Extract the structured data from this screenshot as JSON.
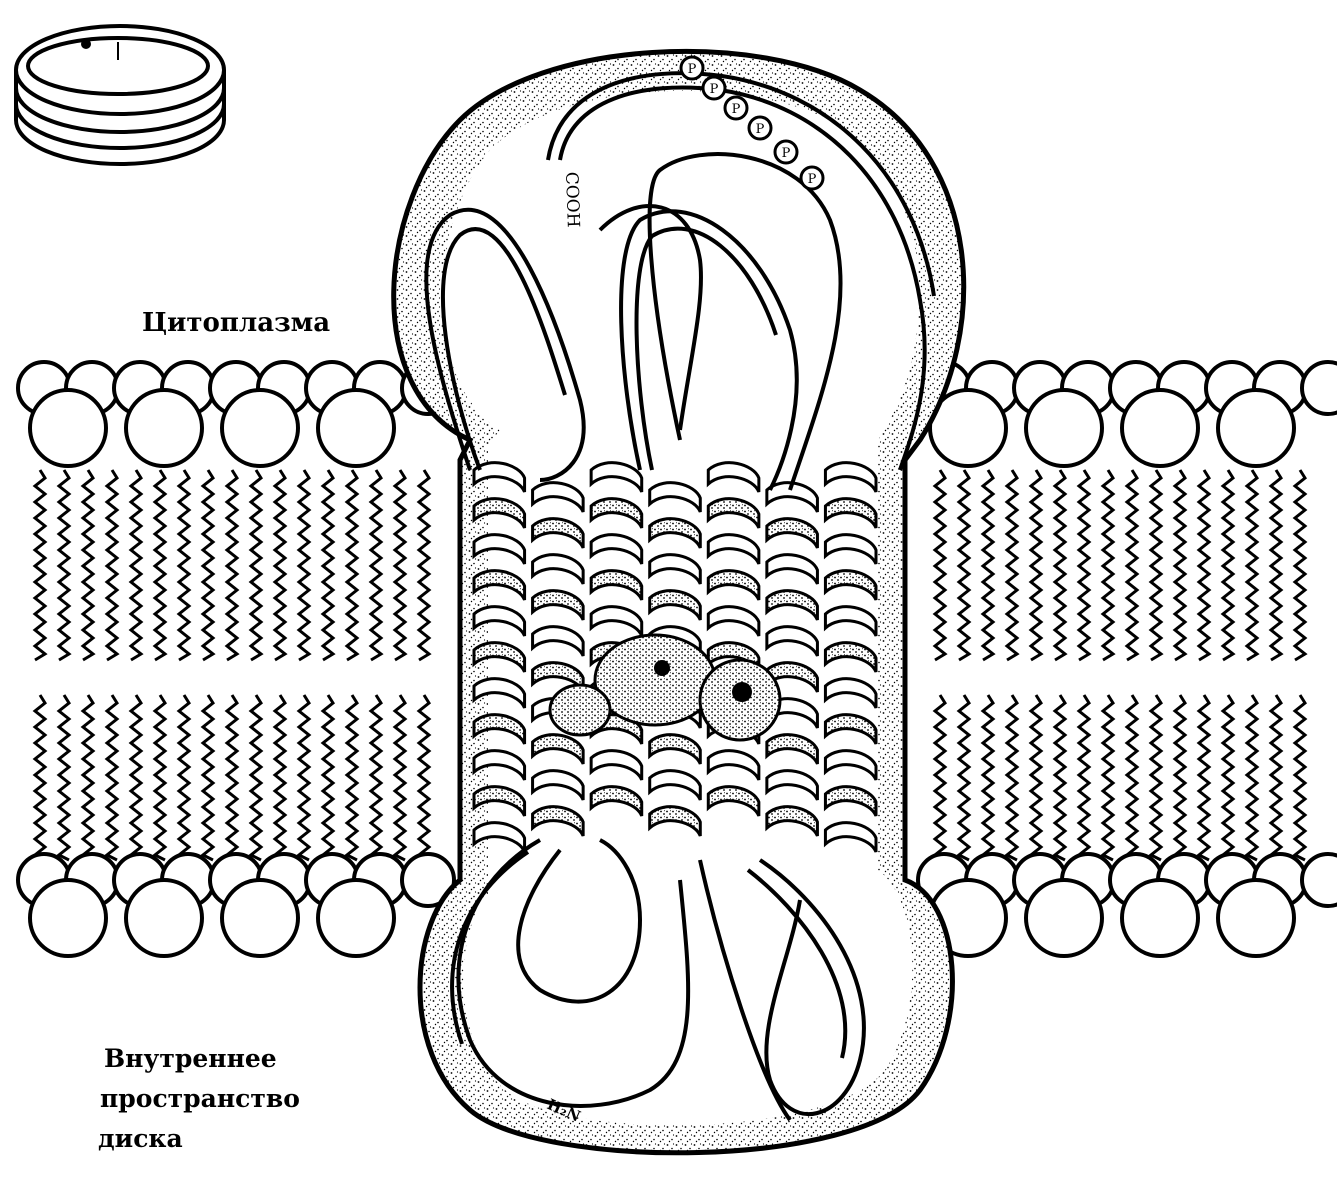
{
  "labels": {
    "cytoplasm": "Цитоплазма",
    "disk_interior_line1": "Внутреннее",
    "disk_interior_line2": "пространство",
    "disk_interior_line3": "диска",
    "carboxyl_terminus": "COOH",
    "amino_terminus": "H₂N",
    "phosphate": "P"
  },
  "phosphate_count": 6,
  "helix_count": 7,
  "colors": {
    "ink": "#000000",
    "background": "#ffffff",
    "stipple": "#000000"
  },
  "icons": {
    "disk_stack": "stacked-disk-icon",
    "phosphate": "phosphate-circle-icon"
  }
}
